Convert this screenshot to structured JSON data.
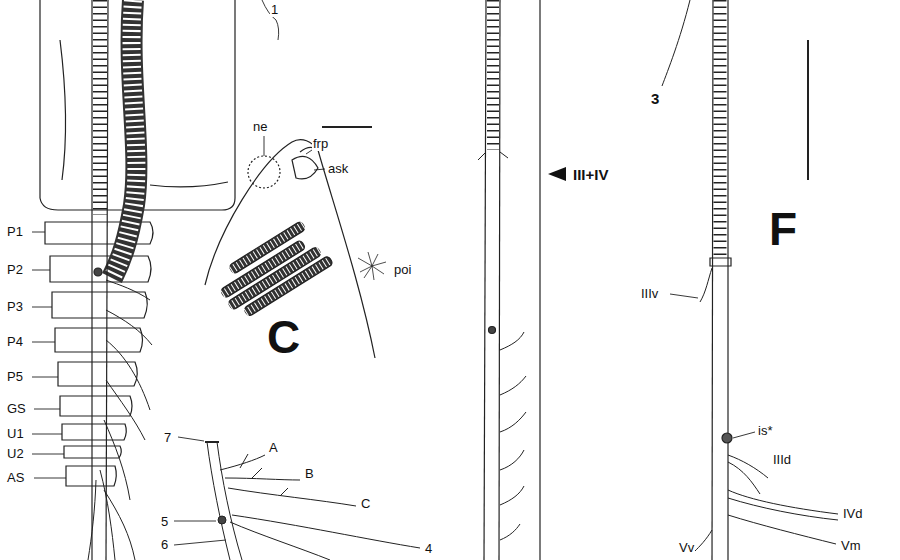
{
  "diagram": {
    "labels": [
      "1",
      "ne",
      "frp",
      "ask",
      "poi",
      "C",
      "P1",
      "P2",
      "P3",
      "P4",
      "P5",
      "GS",
      "U1",
      "U2",
      "AS",
      "7",
      "A",
      "B",
      "C",
      "5",
      "6",
      "4",
      "III+IV",
      "3",
      "F",
      "IIIv",
      "is*",
      "IIId",
      "IVd",
      "Vv",
      "Vm"
    ]
  }
}
